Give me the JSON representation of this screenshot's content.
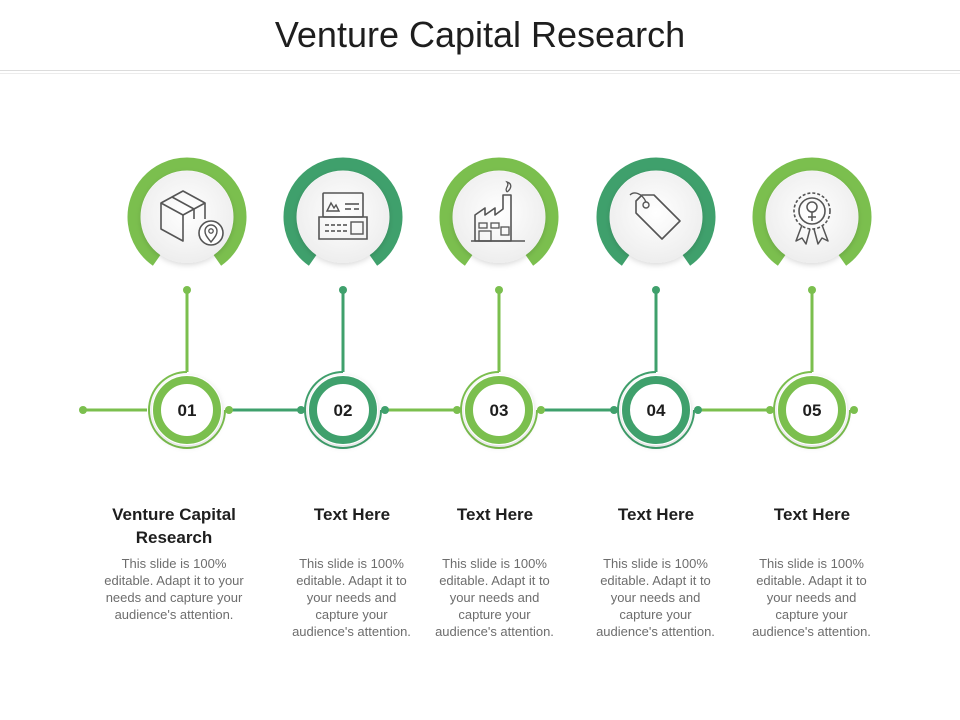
{
  "title": "Venture Capital Research",
  "colors": {
    "light_green": "#7bbf4e",
    "dark_green": "#3fa06c",
    "text": "#1e1e1e",
    "muted": "#6d6d6d"
  },
  "steps": [
    {
      "number": "01",
      "heading": "Venture Capital Research",
      "description": "This slide is 100% editable. Adapt it to your needs and capture your audience's attention.",
      "icon": "box-location-icon",
      "color": "light_green"
    },
    {
      "number": "02",
      "heading": "Text Here",
      "description": "This slide is 100% editable. Adapt it to your needs and capture your audience's attention.",
      "icon": "cash-register-icon",
      "color": "dark_green"
    },
    {
      "number": "03",
      "heading": "Text Here",
      "description": "This slide is 100% editable. Adapt it to your needs and capture your audience's attention.",
      "icon": "factory-icon",
      "color": "light_green"
    },
    {
      "number": "04",
      "heading": "Text Here",
      "description": "This slide is 100% editable. Adapt it to your needs and capture your audience's attention.",
      "icon": "price-tag-icon",
      "color": "dark_green"
    },
    {
      "number": "05",
      "heading": "Text Here",
      "description": "This slide is 100% editable. Adapt it to your needs and capture your audience's attention.",
      "icon": "award-badge-icon",
      "color": "light_green"
    }
  ]
}
